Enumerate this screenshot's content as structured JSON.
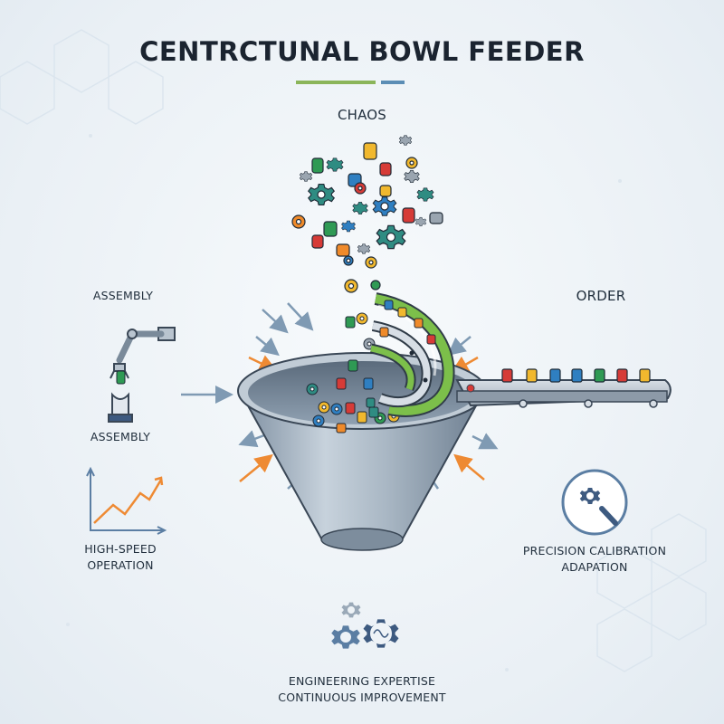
{
  "title": "CENTRCTUNAL BOWL FEEDER",
  "labels": {
    "chaos": "CHAOS",
    "order": "ORDER",
    "assembly_top": "ASSEMBLY",
    "assembly_bottom": "ASSEMBLY",
    "high_speed_line1": "HIGH-SPEED",
    "high_speed_line2": "OPERATION",
    "precision_line1": "PRECISION CALIBRATION",
    "precision_line2": "ADAPATION",
    "expertise_line1": "ENGINEERING EXPERTISE",
    "expertise_line2": "CONTINUOUS IMPROVEMENT"
  },
  "icons": {
    "robot_arm": "robot-arm-icon",
    "growth_chart": "growth-chart-icon",
    "gear_magnifier": "gear-magnifier-icon",
    "gears_brain": "gears-brain-icon"
  },
  "colors": {
    "title_bar_green": "#8bb55a",
    "title_bar_blue": "#5b8db5",
    "gear_teal": "#2f8c82",
    "part_red": "#d63b37",
    "part_orange": "#ef8a2a",
    "part_yellow": "#f1b82e",
    "part_blue": "#2f7fc1",
    "part_green": "#2f9a54",
    "bowl_steel": "#9aa9b8",
    "spiral_green": "#7cbf4a",
    "arrow_orange": "#ee8a33",
    "arrow_blue": "#7f9ab3"
  }
}
